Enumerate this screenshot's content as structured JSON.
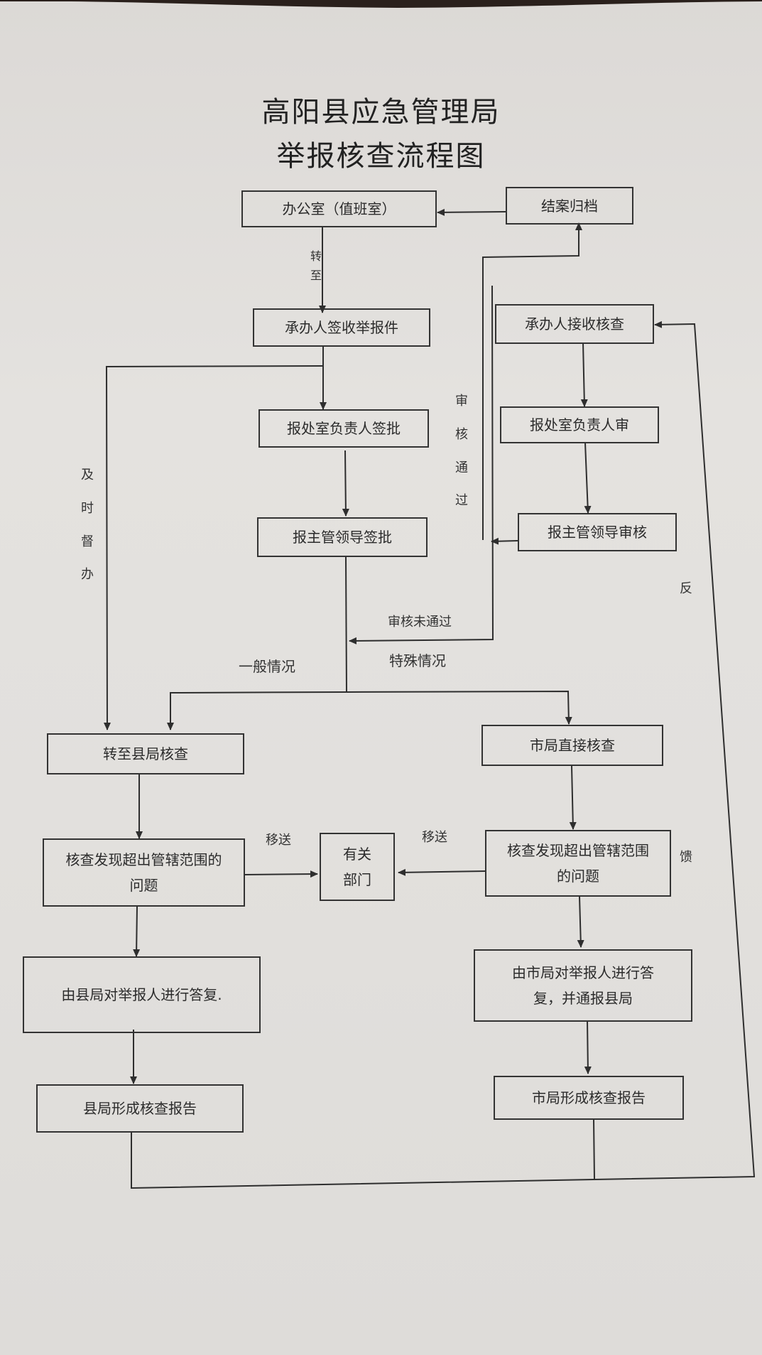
{
  "title": {
    "line1": "高阳县应急管理局",
    "line2": "举报核查流程图"
  },
  "nodes": {
    "office": "办公室（值班室）",
    "archive": "结案归档",
    "sign_receipt": "承办人签收举报件",
    "receive_check": "承办人接收核查",
    "dept_head_sign": "报处室负责人签批",
    "dept_head_review": "报处室负责人审",
    "leader_sign": "报主管领导签批",
    "leader_review": "报主管领导审核",
    "county_check": "转至县局核查",
    "city_check": "市局直接核查",
    "county_out_of_scope": "核查发现超出管辖范围的问题",
    "relevant_dept": "有关部门",
    "city_out_of_scope": "核查发现超出管辖范围的问题",
    "county_reply": "由县局对举报人进行答复.",
    "city_reply": "由市局对举报人进行答复，并通报县局",
    "county_report": "县局形成核查报告",
    "city_report": "市局形成核查报告"
  },
  "labels": {
    "forward_to": "转至",
    "timely_supervise": "及时督办",
    "review_passed": "审核通过",
    "review_failed": "审核未通过",
    "general_case": "一般情况",
    "special_case": "特殊情况",
    "transfer_left": "移送",
    "transfer_right": "移送",
    "feedback": "反馈"
  },
  "colors": {
    "line": "#2e2e2e",
    "paper": "#e2e0dd",
    "top_shadow": "#2a201c"
  }
}
